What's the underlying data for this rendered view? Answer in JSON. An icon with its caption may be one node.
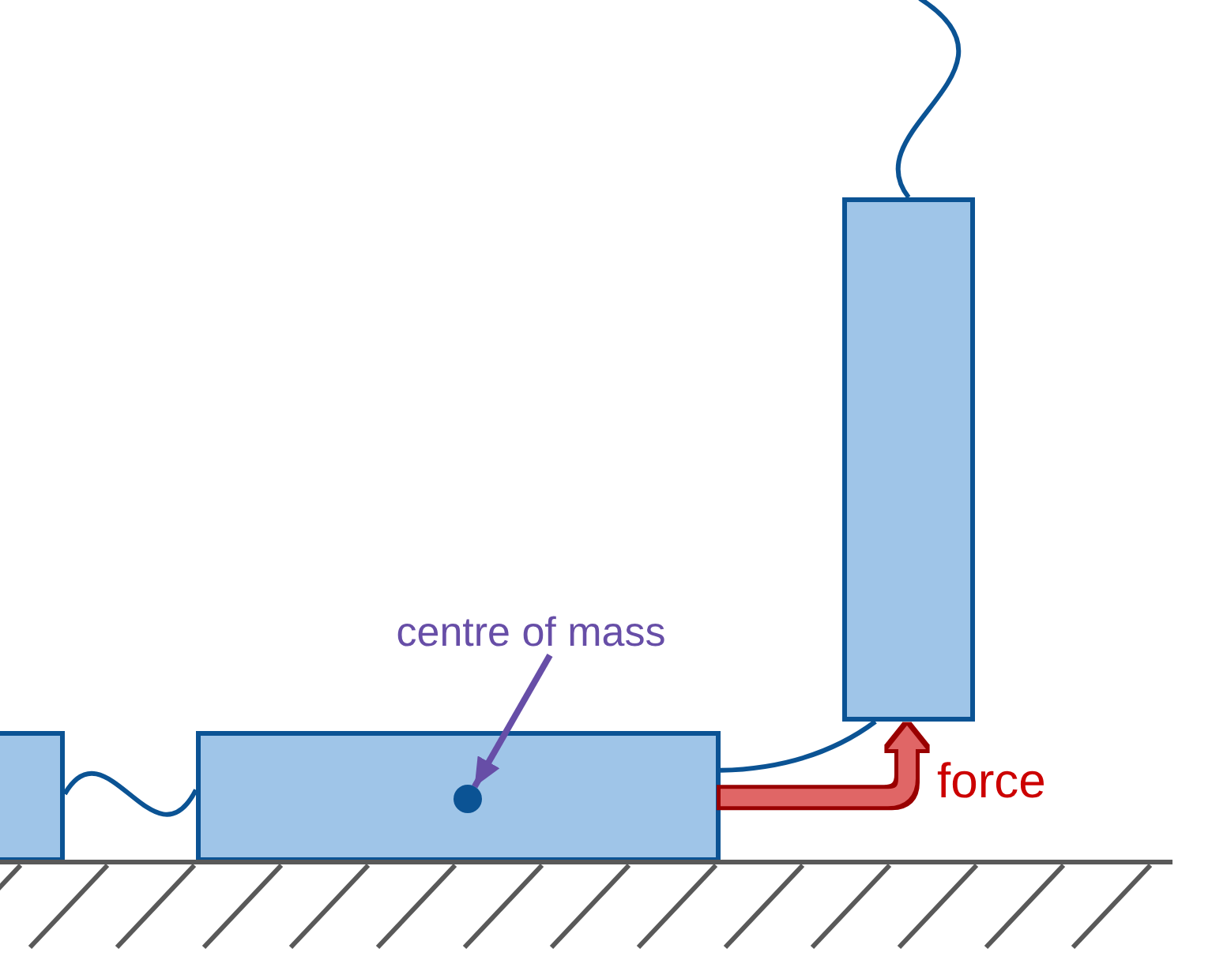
{
  "diagram": {
    "nodes": [
      {
        "text": [],
        "shape": "box"
      },
      {
        "text": [],
        "shape": "box"
      },
      {
        "text": [],
        "shape": "box"
      },
      {
        "text": [],
        "shape": "circle",
        "in": 1
      },
      {
        "text": [
          "centre of mass"
        ]
      }
    ],
    "edges": [
      {
        "from": 0,
        "to": 1,
        "arrow": "none"
      },
      {
        "from": null,
        "to": 2,
        "arrow": "none"
      },
      {
        "from": 1,
        "to": 2,
        "arrow": "none"
      },
      {
        "from": 4,
        "to": 3,
        "arrow": "to",
        "color": "#674ea7"
      },
      {
        "from": 1,
        "to": 2,
        "arrow": "to",
        "label": "force",
        "style": "thick",
        "color": "#cc0000"
      }
    ]
  }
}
